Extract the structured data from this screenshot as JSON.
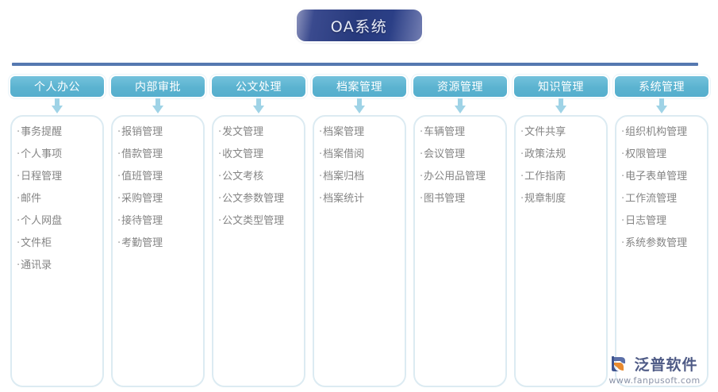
{
  "header": {
    "title": "OA系统",
    "divider_color": "#5578b0",
    "badge_color": "#273a7d"
  },
  "theme": {
    "head_color": "#5bb3d0",
    "arrow_color": "#9fd3e6",
    "body_border": "#dcebf2",
    "item_text": "#848484",
    "bullet": "·"
  },
  "columns": [
    {
      "head": "个人办公",
      "items": [
        "事务提醒",
        "个人事项",
        "日程管理",
        "邮件",
        "个人网盘",
        "文件柜",
        "通讯录"
      ]
    },
    {
      "head": "内部审批",
      "items": [
        "报销管理",
        "借款管理",
        "值班管理",
        "采购管理",
        "接待管理",
        "考勤管理"
      ]
    },
    {
      "head": "公文处理",
      "items": [
        "发文管理",
        "收文管理",
        "公文考核",
        "公文参数管理",
        "公文类型管理"
      ]
    },
    {
      "head": "档案管理",
      "items": [
        "档案管理",
        "档案借阅",
        "档案归档",
        "档案统计"
      ]
    },
    {
      "head": "资源管理",
      "items": [
        "车辆管理",
        "会议管理",
        "办公用品管理",
        "图书管理"
      ]
    },
    {
      "head": "知识管理",
      "items": [
        "文件共享",
        "政策法规",
        "工作指南",
        "规章制度"
      ]
    },
    {
      "head": "系统管理",
      "items": [
        "组织机构管理",
        "权限管理",
        "电子表单管理",
        "工作流管理",
        "日志管理",
        "系统参数管理"
      ]
    }
  ],
  "watermark": {
    "name": "泛普软件",
    "url": "www.fanpusoft.com",
    "logo_icon": "fanpu-logo-icon"
  }
}
